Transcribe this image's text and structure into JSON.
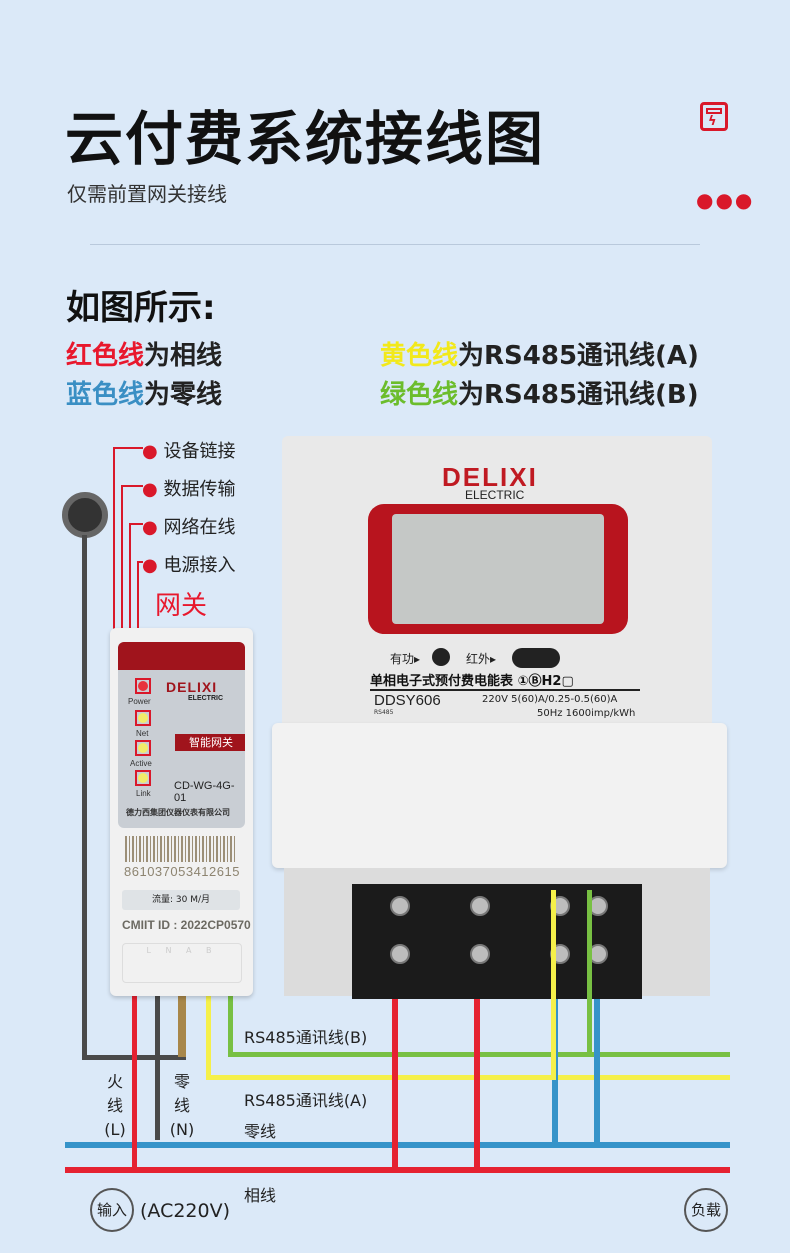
{
  "header": {
    "title": "云付费系统接线图",
    "subtitle": "仅需前置网关接线",
    "icon": "electric-meter-icon",
    "menu_icon": "more-dots-icon"
  },
  "legend": {
    "title": "如图所示:",
    "items": [
      {
        "color_word": "红色线",
        "rest": "为相线",
        "color": "#e8182d"
      },
      {
        "color_word": "蓝色线",
        "rest": "为零线",
        "color": "#3a8fc4"
      },
      {
        "color_word": "黄色线",
        "rest": "为RS485通讯线(A)",
        "color": "#f2e91b"
      },
      {
        "color_word": "绿色线",
        "rest": "为RS485通讯线(B)",
        "color": "#6cbd2c"
      }
    ]
  },
  "indicators": [
    "设备链接",
    "数据传输",
    "网络在线",
    "电源接入"
  ],
  "gateway": {
    "label": "网关",
    "brand": "DELIXI",
    "brand_sub": "ELECTRIC",
    "name": "智能网关",
    "model": "CD-WG-4G-01",
    "company": "德力西集团仪器仪表有限公司",
    "leds": [
      "Power",
      "Net",
      "Active",
      "Link"
    ],
    "barcode": "861037053412615",
    "flow": "流量: 30 M/月",
    "cmiit": "CMIIT ID : 2022CP0570",
    "terminals": "L N A B"
  },
  "meter": {
    "brand": "DELIXI",
    "brand_sub": "ELECTRIC",
    "active_label": "有功▸",
    "ir_label": "红外▸",
    "type": "单相电子式预付费电能表 ①ⒷH2▢",
    "model": "DDSY606",
    "rs": "RS485",
    "spec1": "220V 5(60)A/0.25-0.5(60)A",
    "spec2": "50Hz 1600imp/kWh"
  },
  "wires": {
    "rs485_b": "RS485通讯线(B)",
    "rs485_a": "RS485通讯线(A)",
    "neutral": "零线",
    "phase": "相线",
    "live_label": [
      "火",
      "线",
      "(L)"
    ],
    "neutral_label": [
      "零",
      "线",
      "(N)"
    ],
    "input": "输入",
    "input_spec": "(AC220V)",
    "load": "负载"
  }
}
